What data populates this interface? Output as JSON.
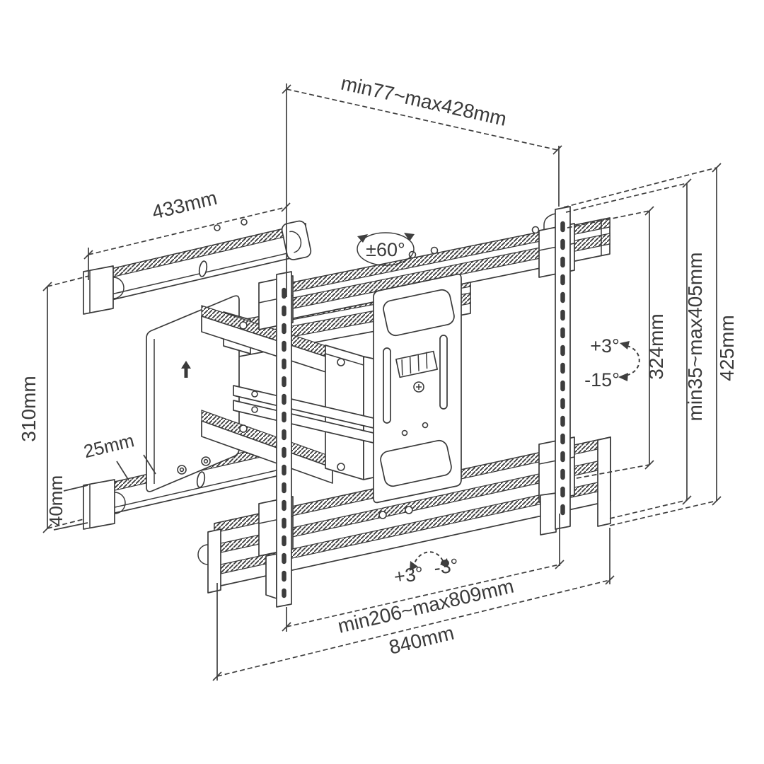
{
  "page": {
    "background": "#ffffff"
  },
  "diagram": {
    "title": "Full-motion TV wall mount dimension drawing",
    "line_color": "#3a3a3a",
    "dimensions": {
      "arm_extension_depth": "min77~max428mm",
      "wall_rail_length": "433mm",
      "wall_bracket_height": "310mm",
      "rail_offset": "25mm",
      "rail_profile_height": "40mm",
      "bracket_hole_span": "324mm",
      "vesa_height_range": "min35~max405mm",
      "overall_height": "425mm",
      "rail_span_range": "min206~max809mm",
      "overall_width": "840mm"
    },
    "angles": {
      "swivel_range": "±60°",
      "tilt_up": "+3°",
      "tilt_down": "-15°",
      "level_adjust_left": "+3°",
      "level_adjust_right": "-3°"
    }
  }
}
